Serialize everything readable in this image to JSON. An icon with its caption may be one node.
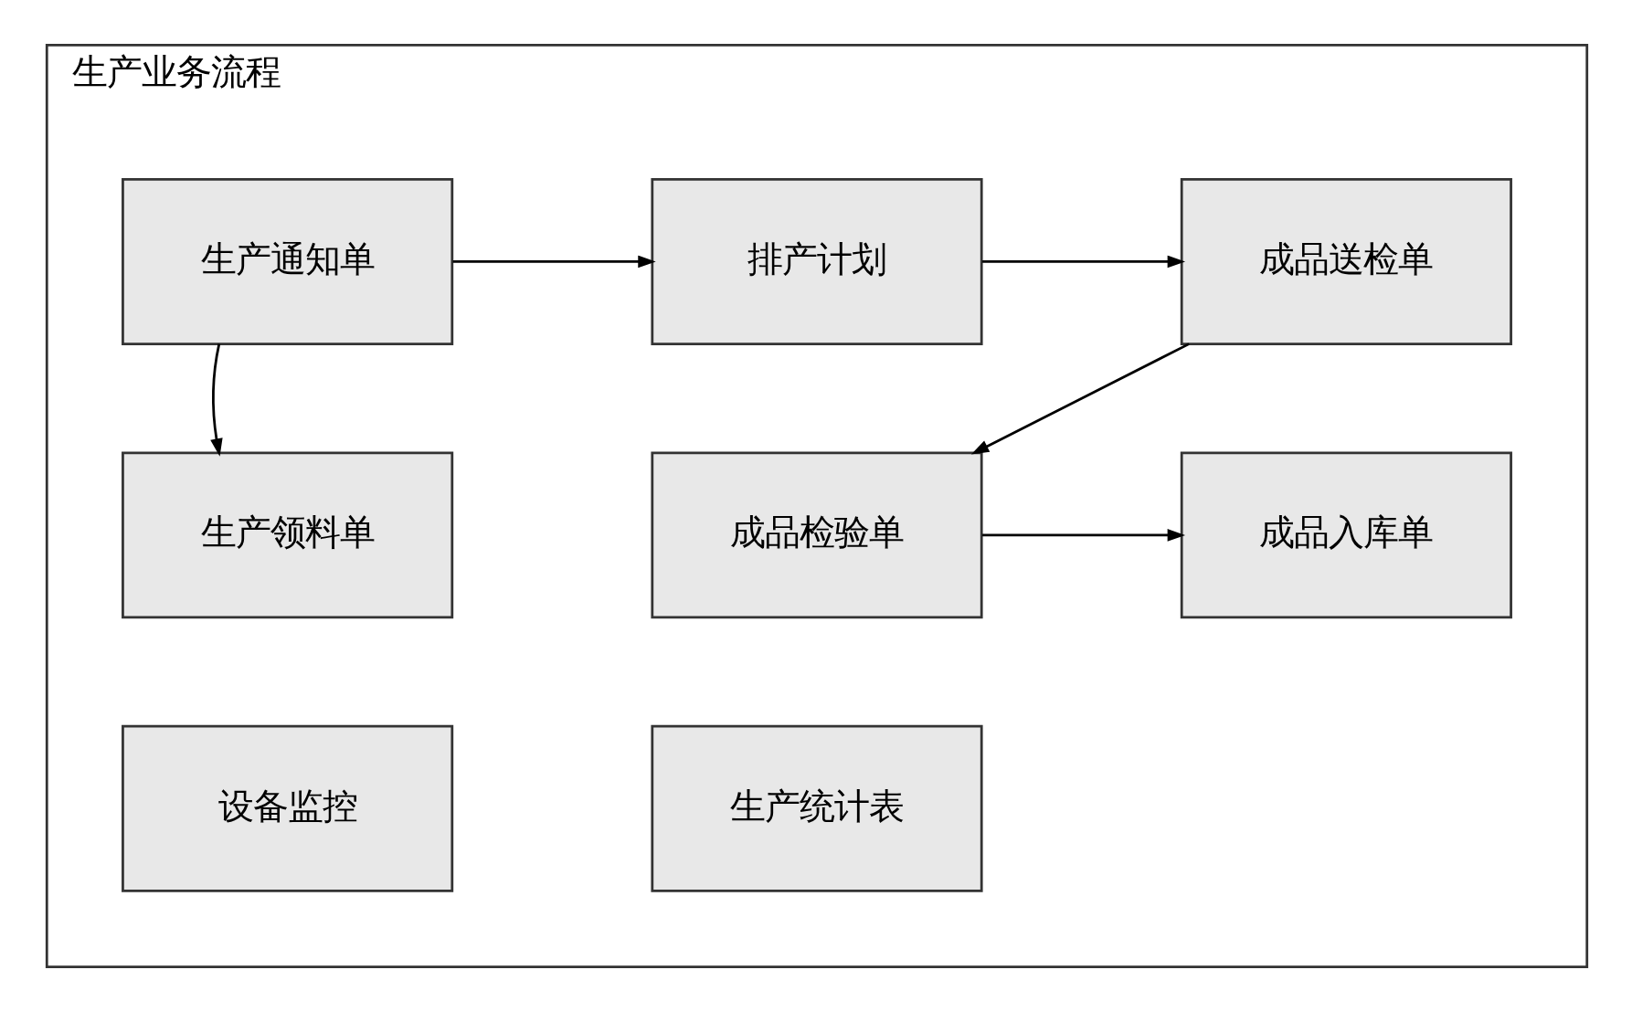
{
  "diagram": {
    "nodes": [
      {
        "text": [
          "生产业务流程"
        ]
      },
      {
        "text": [
          "生产通知单"
        ],
        "in": 0
      },
      {
        "text": [
          "排产计划"
        ],
        "in": 0
      },
      {
        "text": [
          "成品送检单"
        ],
        "in": 0
      },
      {
        "text": [
          "生产领料单"
        ],
        "in": 0
      },
      {
        "text": [
          "成品检验单"
        ],
        "in": 0
      },
      {
        "text": [
          "成品入库单"
        ],
        "in": 0
      },
      {
        "text": [
          "设备监控"
        ],
        "in": 0
      },
      {
        "text": [
          "生产统计表"
        ],
        "in": 0
      }
    ],
    "edges": [
      {
        "from": 1,
        "to": 2,
        "arrow": "to"
      },
      {
        "from": 2,
        "to": 3,
        "arrow": "to"
      },
      {
        "from": 1,
        "to": 4,
        "arrow": "to"
      },
      {
        "from": 3,
        "to": 5,
        "arrow": "to"
      },
      {
        "from": 5,
        "to": 6,
        "arrow": "to"
      }
    ]
  }
}
